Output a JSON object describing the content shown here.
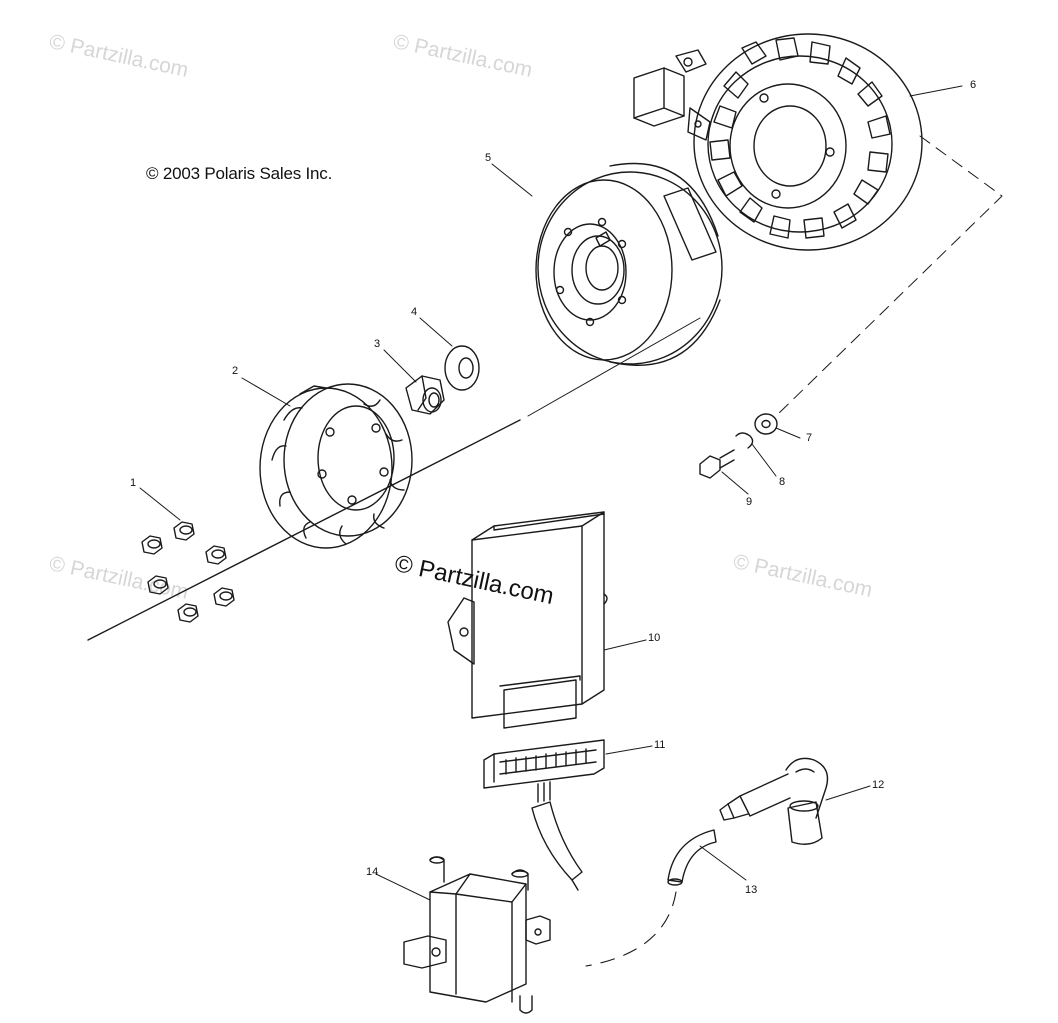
{
  "copyright": "© 2003 Polaris Sales Inc.",
  "watermarks": {
    "main": "© Partzilla.com",
    "faint": "© Partzilla.com"
  },
  "callouts": [
    "1",
    "2",
    "3",
    "4",
    "5",
    "6",
    "7",
    "8",
    "9",
    "10",
    "11",
    "12",
    "13",
    "14"
  ]
}
